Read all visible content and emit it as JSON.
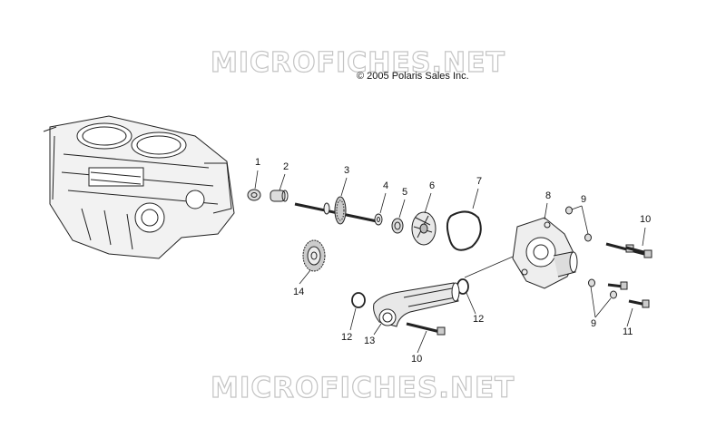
{
  "watermark_top": "MICROFICHES.NET",
  "watermark_bottom": "MICROFICHES.NET",
  "copyright": "© 2005 Polaris Sales Inc.",
  "callouts": [
    "1",
    "2",
    "3",
    "4",
    "5",
    "6",
    "7",
    "8",
    "9",
    "10",
    "14",
    "12",
    "13",
    "10",
    "12",
    "9",
    "11"
  ]
}
